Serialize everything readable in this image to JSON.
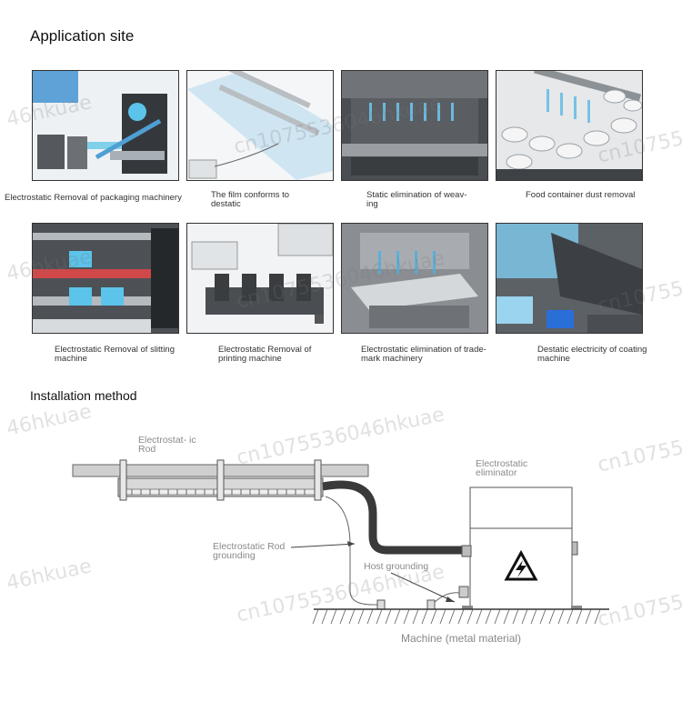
{
  "sections": {
    "application_title": "Application site",
    "installation_title": "Installation method"
  },
  "applications": [
    {
      "caption": "Electrostatic Removal of packaging machinery"
    },
    {
      "caption": "The film conforms to destatic"
    },
    {
      "caption": "Static elimination of weav- ing"
    },
    {
      "caption": "Food container dust removal"
    },
    {
      "caption": "Electrostatic Removal of slitting machine"
    },
    {
      "caption": "Electrostatic Removal of printing machine"
    },
    {
      "caption": "Electrostatic elimination of trade- mark machinery"
    },
    {
      "caption": "Destatic electricity of coating machine"
    }
  ],
  "diagram": {
    "rod_label": "Electrostat- ic Rod",
    "eliminator_label": "Electrostatic eliminator",
    "rod_grounding_label": "Electrostatic Rod grounding",
    "host_grounding_label": "Host grounding",
    "machine_label": "Machine (metal material)",
    "warning_icon": "high-voltage-warning-icon"
  },
  "watermarks": {
    "short": "46hkuae",
    "long": "cn1075536046hkuae",
    "partial": "cn10755"
  },
  "colors": {
    "blue_tone": "#6fb6e0",
    "dark_machine": "#2f3338",
    "rod_grey": "#c8c8c8"
  }
}
